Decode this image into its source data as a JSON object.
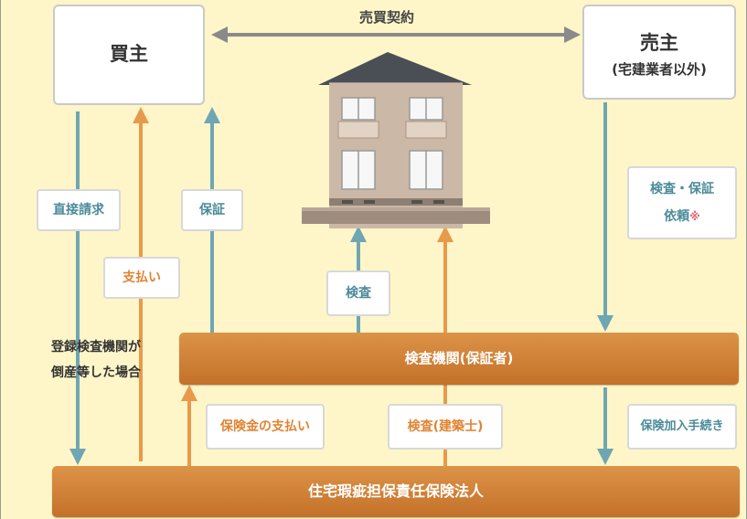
{
  "contract_label": "売買契約",
  "buyer": {
    "label": "買主"
  },
  "seller": {
    "label": "売主",
    "sublabel": "(宅建業者以外)"
  },
  "labels": {
    "direct_claim": "直接請求",
    "guarantee": "保証",
    "payment": "支払い",
    "inspection": "検査",
    "inspection_guarantee_line1": "検査・保証",
    "inspection_guarantee_line2": "依頼",
    "note_mark": "※",
    "bankruptcy_line1": "登録検査機関が",
    "bankruptcy_line2": "倒産等した場合",
    "insurance_payment": "保険金の支払い",
    "inspection_architect": "検査(建築士)",
    "insurance_enrollment": "保険加入手続き"
  },
  "inspection_agency": "検査機関(保証者)",
  "insurance_corp": "住宅瑕疵担保責任保険法人",
  "colors": {
    "teal": "#6fa6b3",
    "orange": "#e89a4c",
    "background": "#fef6c8"
  }
}
